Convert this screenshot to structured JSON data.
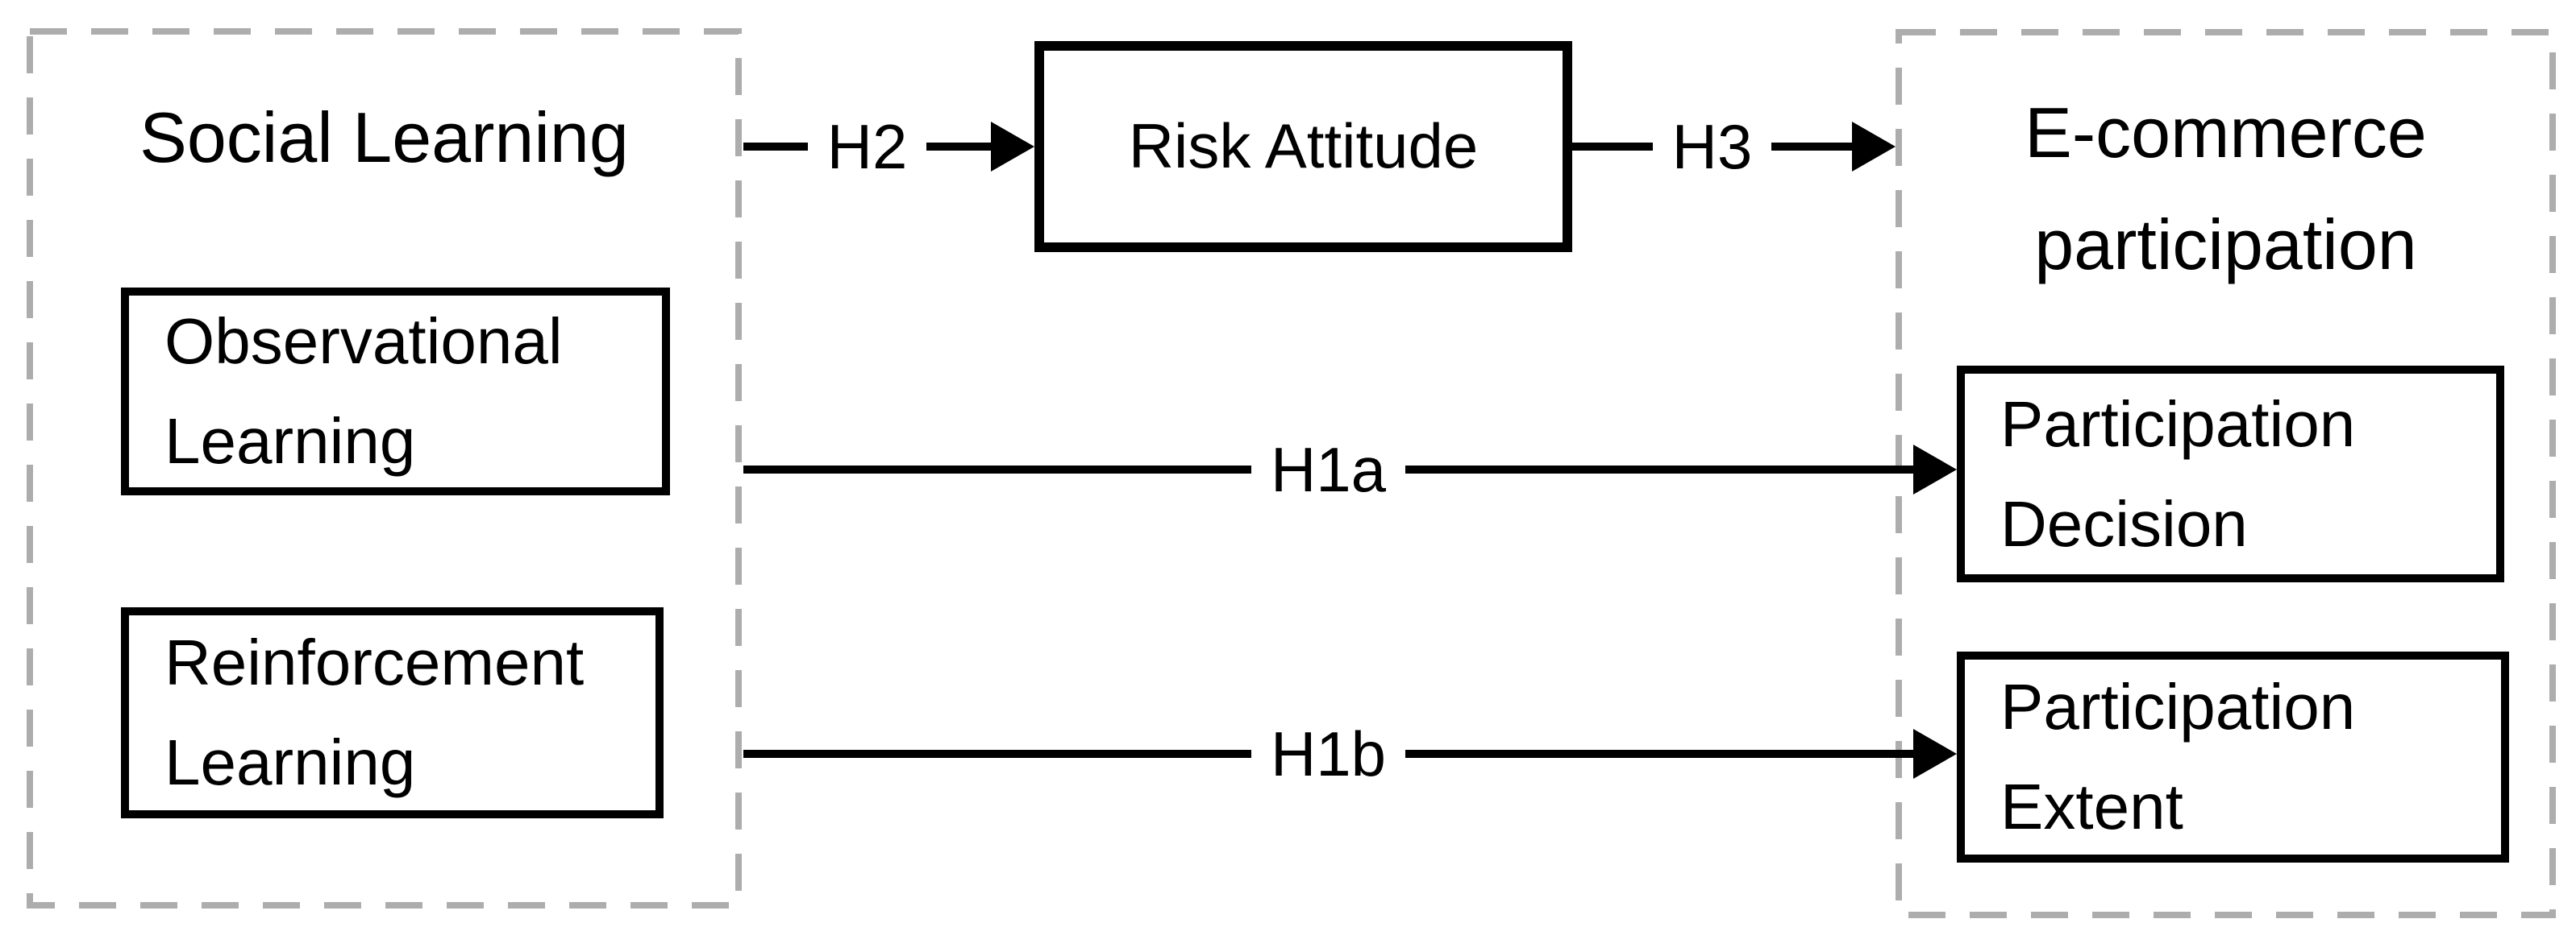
{
  "diagram": {
    "background_color": "#ffffff",
    "line_color": "#000000",
    "text_color": "#000000",
    "dashed_border_color": "#adadad",
    "groups": {
      "social_learning": {
        "title": "Social Learning",
        "nodes": {
          "observational": {
            "label": "Observational\nLearning"
          },
          "reinforcement": {
            "label": "Reinforcement\nLearning"
          }
        }
      },
      "ecommerce": {
        "title": "E-commerce\nparticipation",
        "nodes": {
          "decision": {
            "label": "Participation\nDecision"
          },
          "extent": {
            "label": "Participation\nExtent"
          }
        }
      }
    },
    "mediator": {
      "label": "Risk Attitude"
    },
    "arrows": {
      "h2": {
        "label": "H2",
        "from": "Social Learning",
        "to": "Risk Attitude"
      },
      "h3": {
        "label": "H3",
        "from": "Risk Attitude",
        "to": "E-commerce participation"
      },
      "h1a": {
        "label": "H1a",
        "from": "Observational Learning",
        "to": "Participation Decision"
      },
      "h1b": {
        "label": "H1b",
        "from": "Reinforcement Learning",
        "to": "Participation Extent"
      }
    }
  }
}
